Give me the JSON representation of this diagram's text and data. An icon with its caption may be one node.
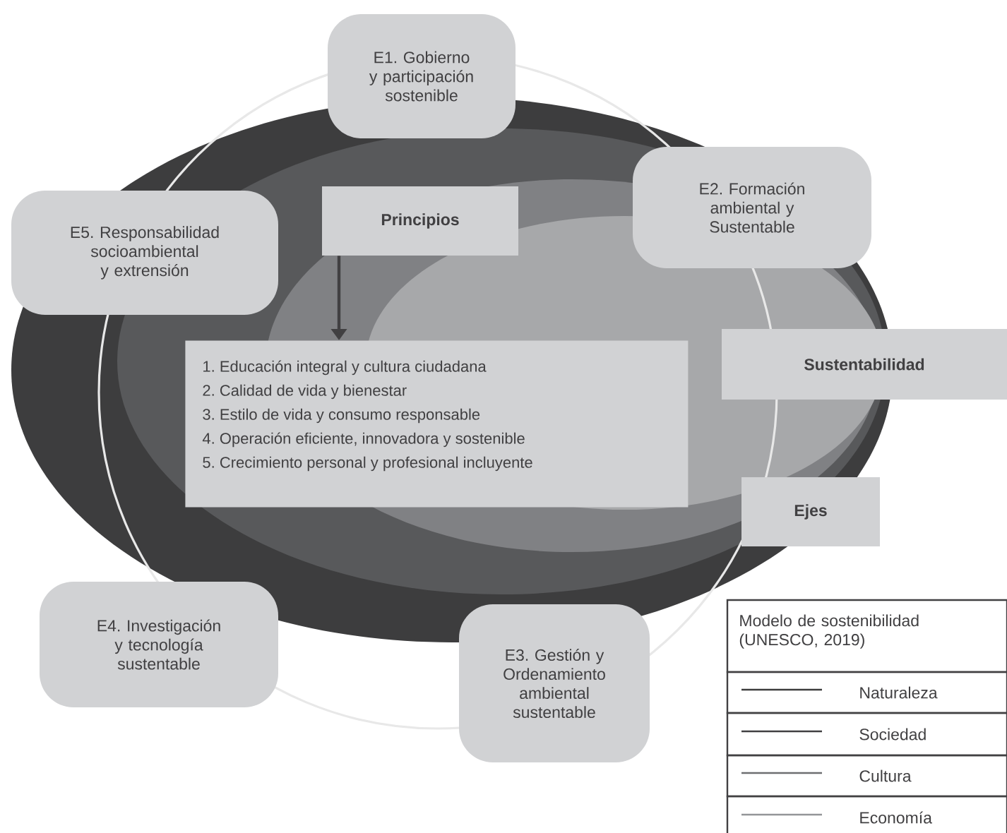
{
  "diagram": {
    "nodes": [
      {
        "text": [
          "E1. Gobierno y participación sostenible"
        ]
      },
      {
        "text": [
          "E2. Formación ambiental y Sustentable"
        ]
      },
      {
        "text": [
          "E3. Gestión y Ordenamiento ambiental sustentable"
        ]
      },
      {
        "text": [
          "E4. Investigación y tecnología sustentable"
        ]
      },
      {
        "text": [
          "E5. Responsabilidad socioambiental y extrensión"
        ]
      },
      {
        "text": [
          "Principios"
        ]
      },
      {
        "text": [
          "1. Educación integral y cultura ciudadana",
          "2. Calidad de vida y bienestar",
          "3. Estilo de vida y consumo responsable",
          "4. Operación eficiente, innovadora y sostenible",
          "5. Crecimiento personal y profesional incluyente"
        ]
      },
      {
        "text": [
          "Sustentabilidad"
        ]
      },
      {
        "text": [
          "Ejes"
        ]
      }
    ],
    "edges": [
      {
        "from": 5,
        "to": 6,
        "arrow": "to"
      }
    ],
    "labels": [
      "Modelo de sostenibilidad (UNESCO, 2019)"
    ],
    "legend": [
      {
        "text": "Naturaleza"
      },
      {
        "text": "Sociedad"
      },
      {
        "text": "Cultura"
      },
      {
        "text": "Economía"
      }
    ]
  }
}
